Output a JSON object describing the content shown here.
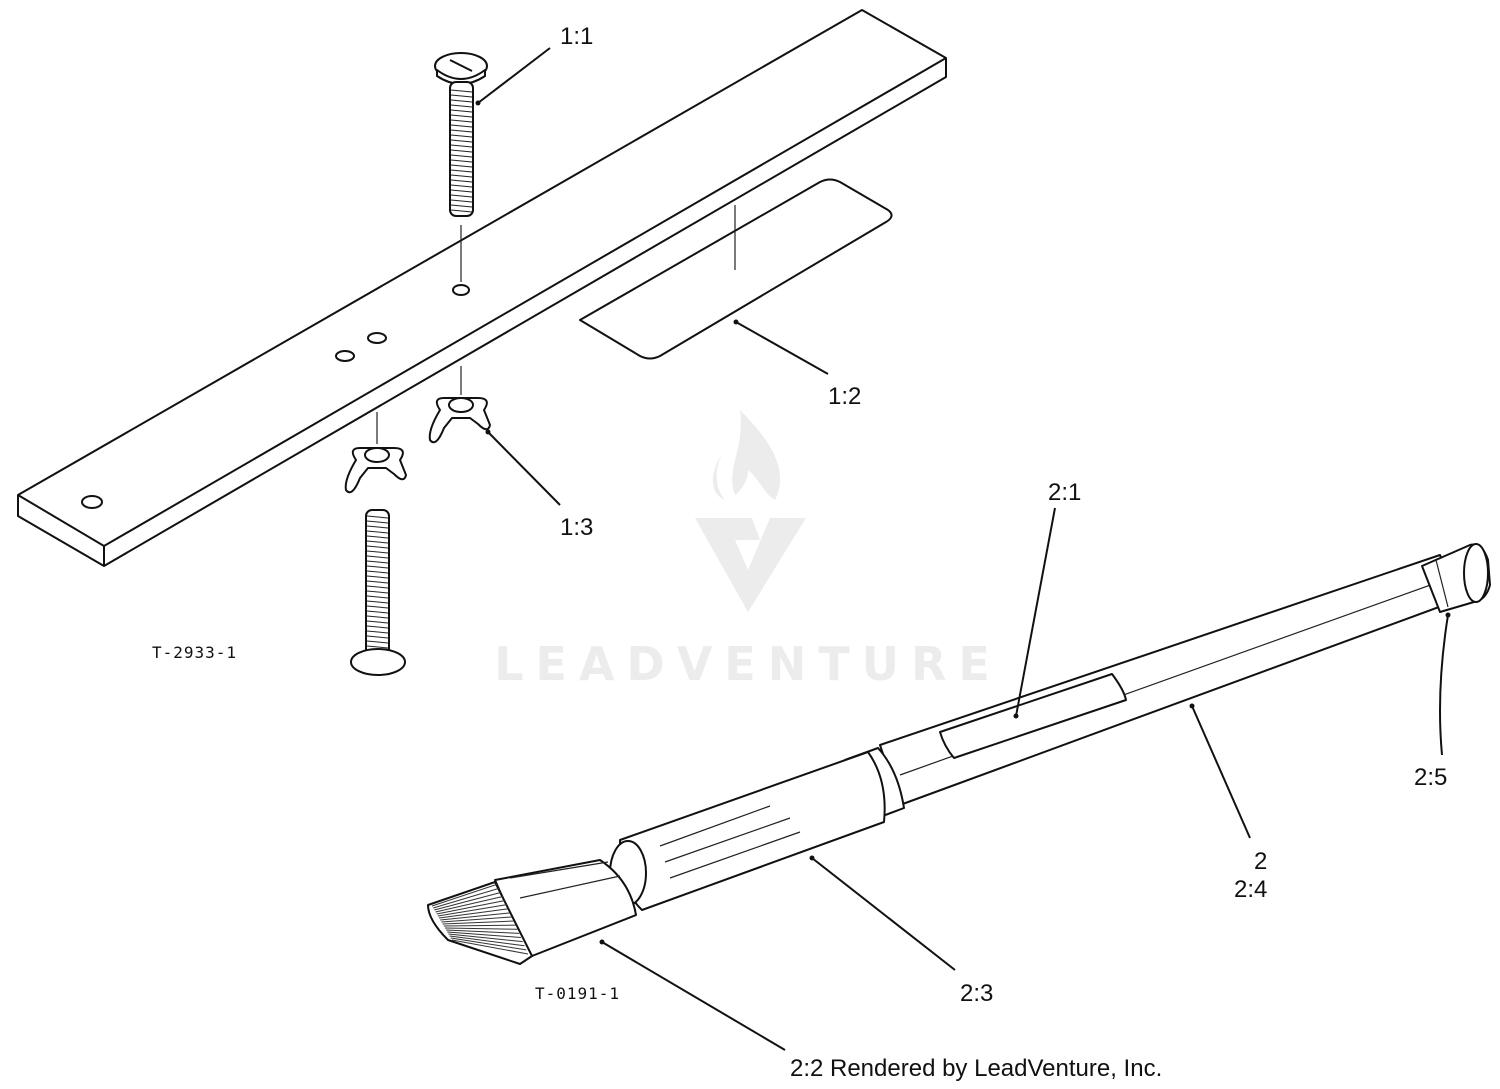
{
  "watermark": {
    "brand": "LEADVENTURE"
  },
  "drawing_ids": {
    "upper": "T-2933-1",
    "lower": "T-0191-1"
  },
  "callouts": {
    "c1_1": "1:1",
    "c1_2": "1:2",
    "c1_3": "1:3",
    "c2_1": "2:1",
    "c2": "2",
    "c2_4": "2:4",
    "c2_5": "2:5",
    "c2_3": "2:3",
    "c2_2": "2:2"
  },
  "credit": "Rendered by LeadVenture, Inc.",
  "colors": {
    "line": "#111111",
    "watermark": "#ececec",
    "background": "#ffffff"
  }
}
